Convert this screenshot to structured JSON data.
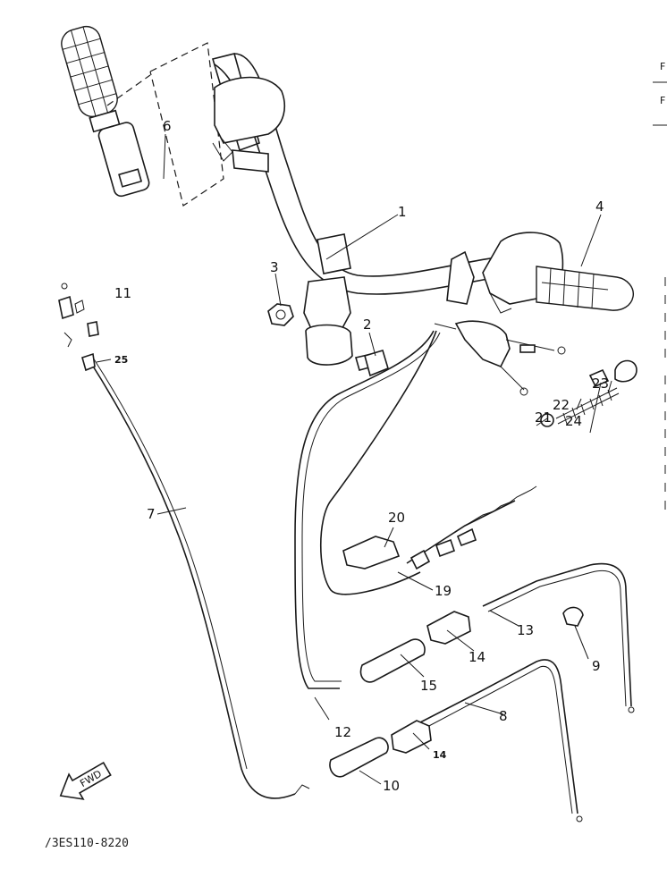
{
  "diagram": {
    "drawing_code": "/3ES110-8220",
    "fwd_label": "FWD",
    "edge_letters": [
      "F",
      "F"
    ],
    "callouts": [
      {
        "id": "p1",
        "label": "1"
      },
      {
        "id": "p2",
        "label": "2"
      },
      {
        "id": "p3",
        "label": "3"
      },
      {
        "id": "p4",
        "label": "4"
      },
      {
        "id": "p6",
        "label": "6"
      },
      {
        "id": "p7",
        "label": "7"
      },
      {
        "id": "p8",
        "label": "8"
      },
      {
        "id": "p9",
        "label": "9"
      },
      {
        "id": "p10",
        "label": "10"
      },
      {
        "id": "p11",
        "label": "11"
      },
      {
        "id": "p12",
        "label": "12"
      },
      {
        "id": "p13",
        "label": "13"
      },
      {
        "id": "p14a",
        "label": "14"
      },
      {
        "id": "p14b",
        "label": "14"
      },
      {
        "id": "p15",
        "label": "15"
      },
      {
        "id": "p19",
        "label": "19"
      },
      {
        "id": "p20",
        "label": "20"
      },
      {
        "id": "p21",
        "label": "21"
      },
      {
        "id": "p22",
        "label": "22"
      },
      {
        "id": "p23",
        "label": "23"
      },
      {
        "id": "p24",
        "label": "24"
      },
      {
        "id": "p25",
        "label": "25"
      }
    ]
  }
}
